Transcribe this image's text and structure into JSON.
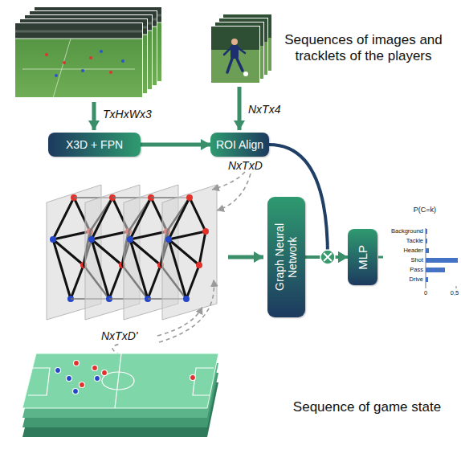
{
  "diagram": {
    "nodes": [
      {
        "text": [
          "X3D + FPN"
        ]
      },
      {
        "text": [
          "ROI Align"
        ]
      },
      {
        "text": [
          "Graph Neural Network"
        ]
      },
      {
        "text": [
          "MLP"
        ]
      }
    ],
    "edges": [
      {
        "from": 0,
        "to": 1,
        "arrow": "to"
      },
      {
        "from": 1,
        "to": 3,
        "arrow": "to"
      },
      {
        "from": 2,
        "to": 3,
        "arrow": "to"
      }
    ],
    "labels": [
      "Sequences of images and tracklets of the players",
      "TxHxWx3",
      "NxTx4",
      "NxTxD",
      "NxTxD'",
      "Sequence of game state",
      "P(C=k)",
      "Background",
      "Tackle",
      "Header",
      "Shot",
      "Pass",
      "Drive",
      "0",
      "0,5"
    ]
  }
}
